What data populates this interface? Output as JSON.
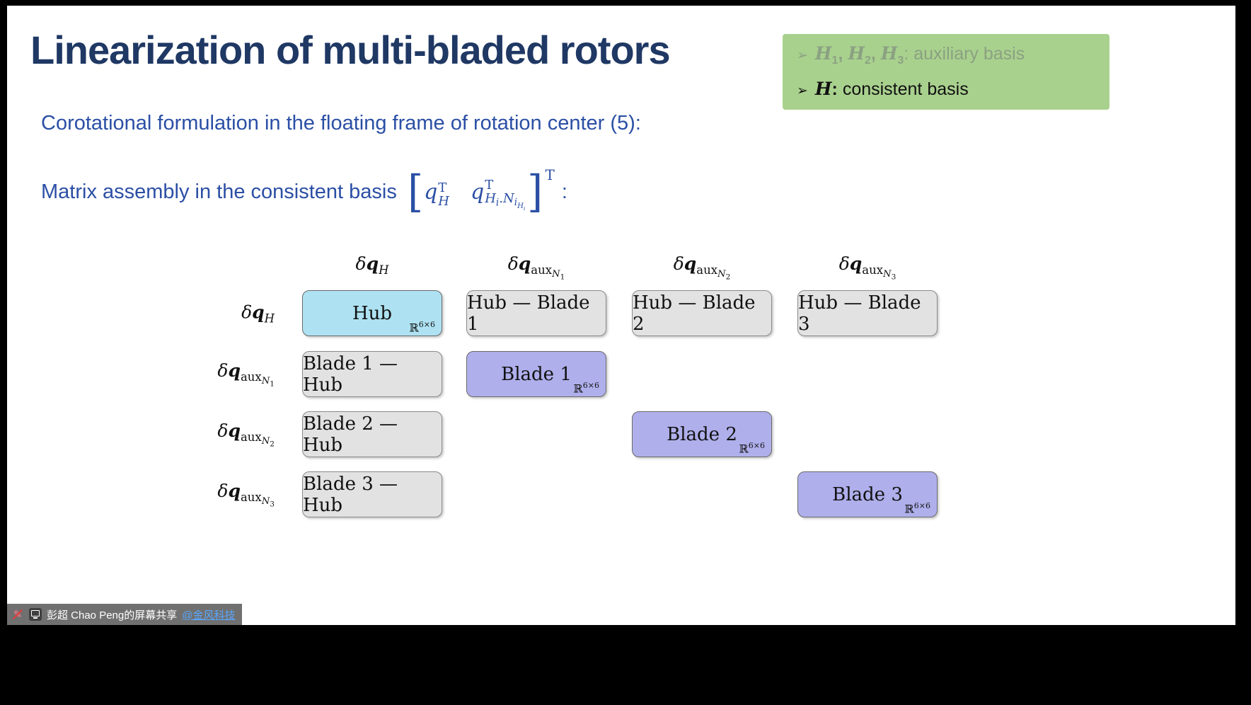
{
  "slide": {
    "title": "Linearization of multi-bladed rotors",
    "intro": "Corotational formulation in the floating frame of rotation center (5):",
    "assembly_prefix": "Matrix assembly in the consistent basis",
    "assembly_suffix": ":",
    "assembly_math_html": "<span class=\"brk\">[</span><i>q</i><span class=\"stk\"><span>T</span><span><i>H</i></span></span><span class=\"msp\"></span><i>q</i><span class=\"stk\"><span>T</span><span><i>H<sub>i</sub>.N<sub>i<sub>H<sub>i</sub></sub></sub></i></span></span><span class=\"brk\">]</span><span class=\"topT\">T</span>",
    "legend": {
      "items": [
        {
          "bullet": "➢",
          "html": "<b><i>H</i><sub>1</sub>, <i>H</i><sub>2</sub>, <i>H</i><sub>3</sub></b>: auxiliary basis",
          "muted": true
        },
        {
          "bullet": "➢",
          "html": "<b><i>H</i>:</b> consistent basis",
          "muted": false
        }
      ]
    },
    "matrix": {
      "col_headers": [
        {
          "name": "col-header-qH",
          "html": "<i>δ</i><b><i>q</i></b><sub><i>H</i></sub>"
        },
        {
          "name": "col-header-qauxN1",
          "html": "<i>δ</i><b><i>q</i></b><sub>aux<sub><i>N</i><sub>1</sub></sub></sub>"
        },
        {
          "name": "col-header-qauxN2",
          "html": "<i>δ</i><b><i>q</i></b><sub>aux<sub><i>N</i><sub>2</sub></sub></sub>"
        },
        {
          "name": "col-header-qauxN3",
          "html": "<i>δ</i><b><i>q</i></b><sub>aux<sub><i>N</i><sub>3</sub></sub></sub>"
        }
      ],
      "row_headers": [
        {
          "name": "row-header-qH",
          "html": "<i>δ</i><b><i>q</i></b><sub><i>H</i></sub>"
        },
        {
          "name": "row-header-qauxN1",
          "html": "<i>δ</i><b><i>q</i></b><sub>aux<sub><i>N</i><sub>1</sub></sub></sub>"
        },
        {
          "name": "row-header-qauxN2",
          "html": "<i>δ</i><b><i>q</i></b><sub>aux<sub><i>N</i><sub>2</sub></sub></sub>"
        },
        {
          "name": "row-header-qauxN3",
          "html": "<i>δ</i><b><i>q</i></b><sub>aux<sub><i>N</i><sub>3</sub></sub></sub>"
        }
      ],
      "cells": [
        {
          "row": 0,
          "col": 0,
          "label": "Hub",
          "variant": "hub",
          "dim_base": "ℝ",
          "dim_sup": "6×6"
        },
        {
          "row": 0,
          "col": 1,
          "label": "Hub — Blade 1",
          "variant": "offdiag"
        },
        {
          "row": 0,
          "col": 2,
          "label": "Hub — Blade 2",
          "variant": "offdiag"
        },
        {
          "row": 0,
          "col": 3,
          "label": "Hub — Blade 3",
          "variant": "offdiag"
        },
        {
          "row": 1,
          "col": 0,
          "label": "Blade 1 — Hub",
          "variant": "offdiag"
        },
        {
          "row": 1,
          "col": 1,
          "label": "Blade 1",
          "variant": "blade",
          "dim_base": "ℝ",
          "dim_sup": "6×6"
        },
        {
          "row": 2,
          "col": 0,
          "label": "Blade 2 — Hub",
          "variant": "offdiag"
        },
        {
          "row": 2,
          "col": 2,
          "label": "Blade 2",
          "variant": "blade",
          "dim_base": "ℝ",
          "dim_sup": "6×6"
        },
        {
          "row": 3,
          "col": 0,
          "label": "Blade 3 — Hub",
          "variant": "offdiag"
        },
        {
          "row": 3,
          "col": 3,
          "label": "Blade 3",
          "variant": "blade",
          "dim_base": "ℝ",
          "dim_sup": "6×6"
        }
      ]
    }
  },
  "toast": {
    "label": "彭超 Chao Peng的屏幕共享",
    "link": "@金风科技"
  },
  "colors": {
    "title": "#1F3864",
    "blue": "#2B4FA5",
    "legendBg": "#A9D18E",
    "legendMuted": "#8BA182",
    "hubFill": "#AEE2F2",
    "bladeFill": "#AFAFEC",
    "offFill": "#E2E2E2"
  }
}
